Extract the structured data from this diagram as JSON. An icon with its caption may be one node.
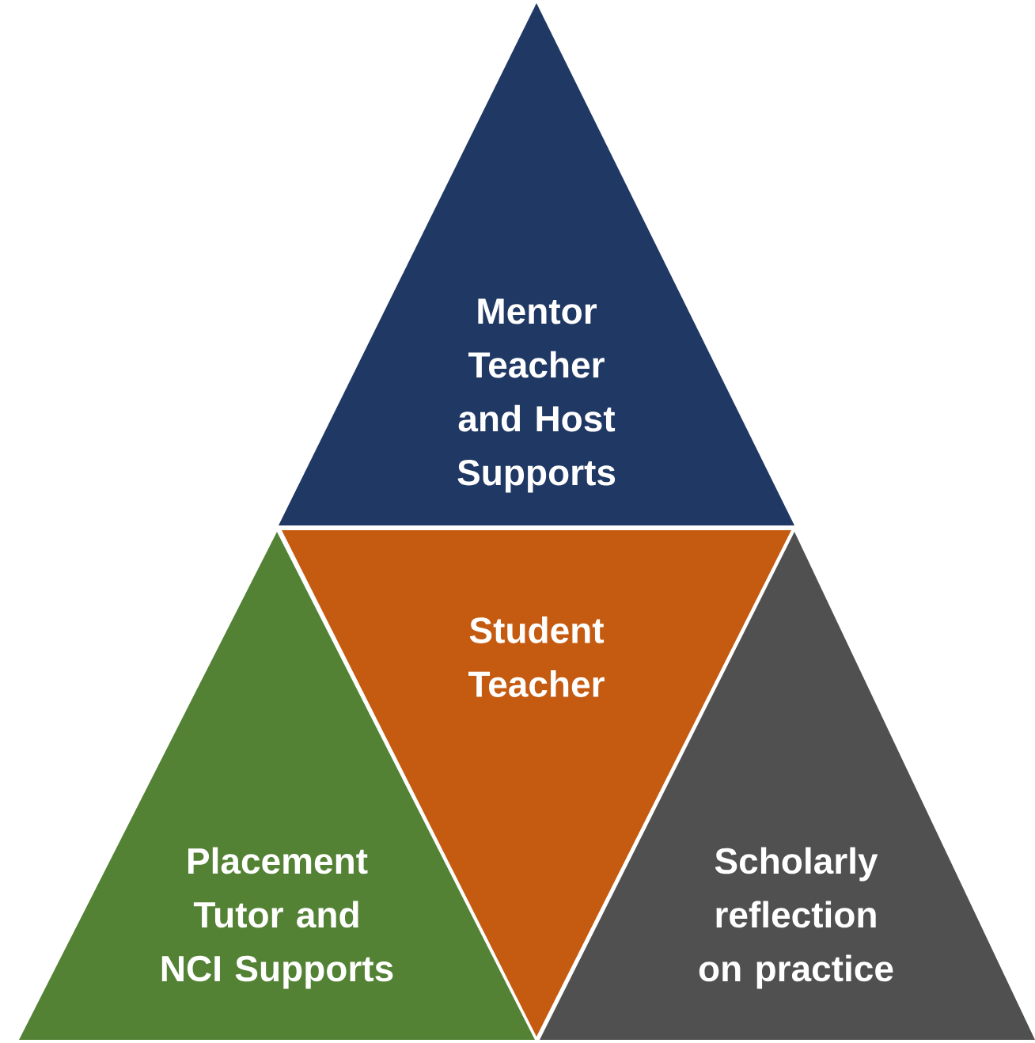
{
  "diagram": {
    "nodes": [
      {
        "text": [
          "Mentor Teacher and Host Supports"
        ]
      },
      {
        "text": [
          "Student Teacher"
        ]
      },
      {
        "text": [
          "Placement Tutor and NCI Supports"
        ]
      },
      {
        "text": [
          "Scholarly reflection on practice"
        ]
      }
    ]
  }
}
